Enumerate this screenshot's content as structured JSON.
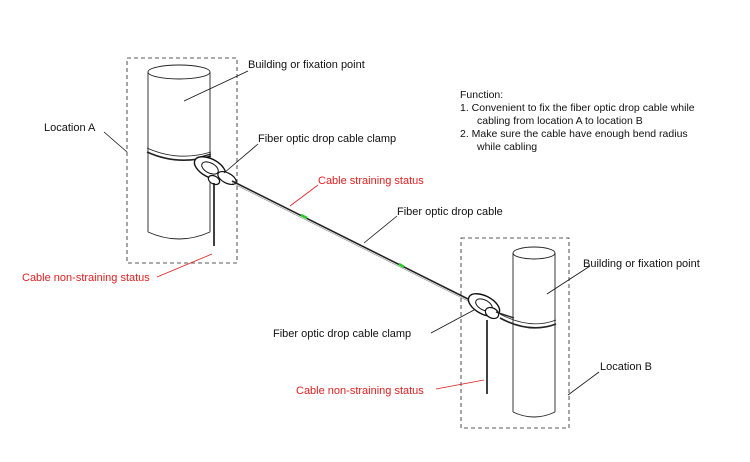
{
  "labels": {
    "building_a": "Building or fixation point",
    "location_a": "Location A",
    "clamp_a": "Fiber optic drop cable clamp",
    "cable_straining": "Cable straining status",
    "drop_cable": "Fiber optic drop cable",
    "non_straining_a": "Cable non-straining status",
    "building_b": "Building or fixation point",
    "clamp_b": "Fiber optic drop cable clamp",
    "location_b": "Location B",
    "non_straining_b": "Cable non-straining status"
  },
  "function_note": {
    "title": "Function:",
    "line1": "1. Convenient to fix the fiber optic drop cable while",
    "line2": "cabling from location A to location B",
    "line3": "2. Make sure the cable have enough bend radius",
    "line4": "while cabling"
  },
  "colors": {
    "line": "#111111",
    "highlight_label": "#e02020",
    "cable_marker": "#22cc22"
  }
}
